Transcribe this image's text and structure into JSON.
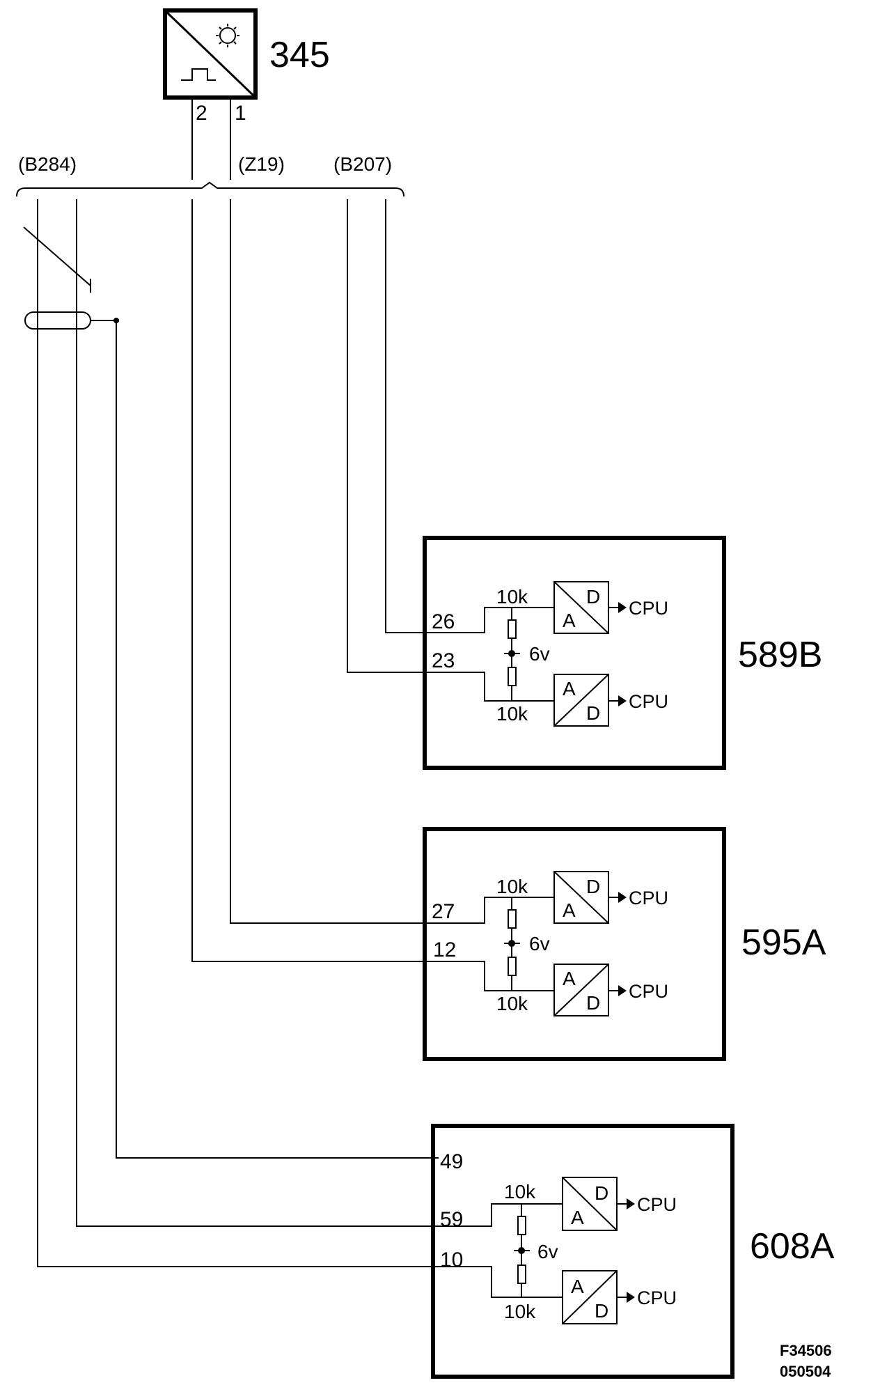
{
  "sensor": {
    "id": "345",
    "pin_2": "2",
    "pin_1": "1"
  },
  "harness_labels": {
    "left": "(B284)",
    "middle": "(Z19)",
    "right": "(B207)"
  },
  "common": {
    "resistor": "10k",
    "bias": "6v",
    "cpu": "CPU",
    "adc_a": "A",
    "adc_d": "D"
  },
  "modules": [
    {
      "id": "589B",
      "pin_top": "26",
      "pin_bottom": "23"
    },
    {
      "id": "595A",
      "pin_top": "27",
      "pin_bottom": "12"
    },
    {
      "id": "608A",
      "pin_extra": "49",
      "pin_top": "59",
      "pin_bottom": "10"
    }
  ],
  "figure_ref": {
    "line1": "F34506",
    "line2": "050504"
  }
}
